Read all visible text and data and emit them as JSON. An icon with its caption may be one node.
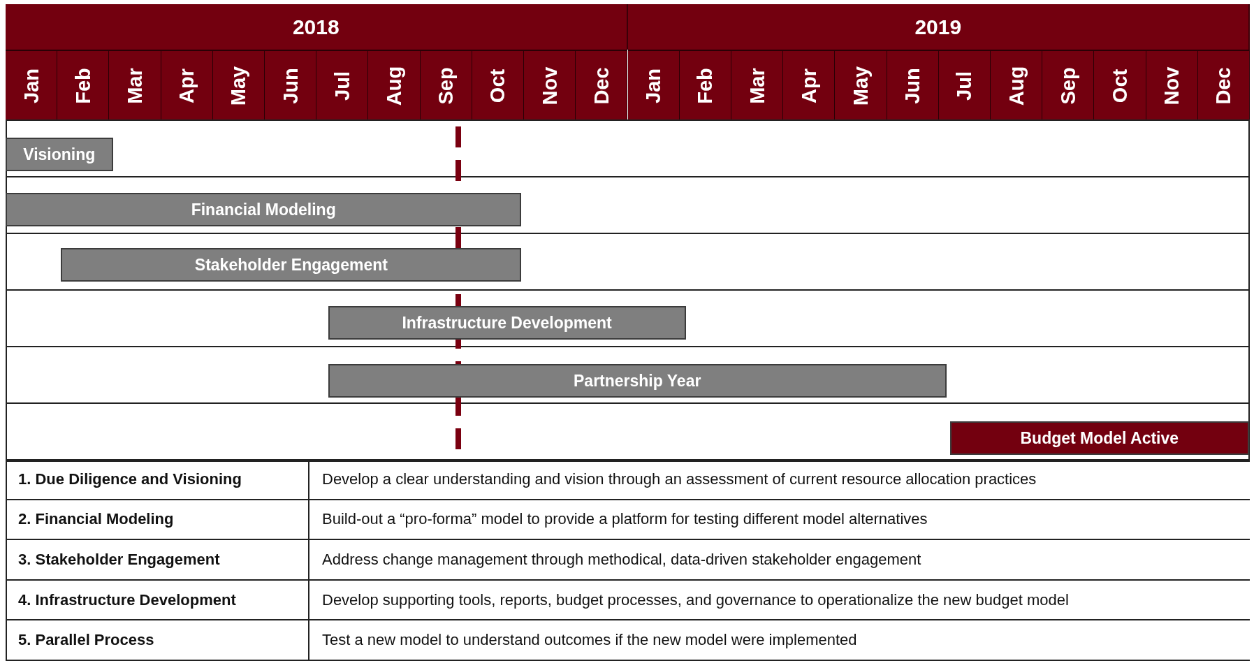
{
  "diagram": {
    "nodes": [
      {
        "text": [
          "Visioning"
        ]
      },
      {
        "text": [
          "Financial Modeling"
        ]
      },
      {
        "text": [
          "Stakeholder Engagement"
        ]
      },
      {
        "text": [
          "Infrastructure Development"
        ]
      },
      {
        "text": [
          "Partnership Year"
        ]
      },
      {
        "text": [
          "Budget Model Active"
        ]
      }
    ],
    "edges": [],
    "labels": [
      "2018",
      "2019",
      "Jan",
      "Feb",
      "Mar",
      "Apr",
      "May",
      "Jun",
      "Jul",
      "Aug",
      "Sep",
      "Oct",
      "Nov",
      "Dec",
      "Jan",
      "Feb",
      "Mar",
      "Apr",
      "May",
      "Jun",
      "Jul",
      "Aug",
      "Sep",
      "Oct",
      "Nov",
      "Dec",
      "1. Due Diligence and Visioning",
      "Develop a clear understanding and vision through an assessment of  current resource allocation practices",
      "2. Financial Modeling",
      "Build-out a “pro-forma” model to provide a platform for testing different model alternatives",
      "3. Stakeholder Engagement",
      "Address change management through methodical, data-driven stakeholder engagement",
      "4. Infrastructure Development",
      "Develop supporting tools, reports, budget processes, and governance to operationalize the new budget model",
      "5. Parallel Process",
      "Test a new model to understand outcomes if the new model were implemented"
    ]
  }
}
